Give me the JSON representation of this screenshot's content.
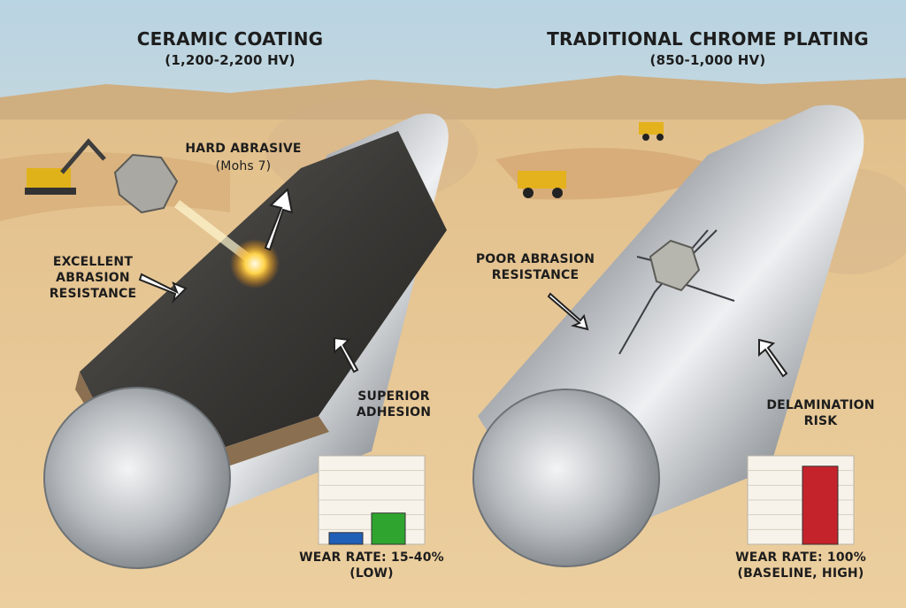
{
  "left_panel": {
    "title": "CERAMIC COATING",
    "hardness": "(1,200-2,200 HV)",
    "callouts": {
      "hard_abrasive": "HARD ABRASIVE",
      "mohs": "(Mohs 7)",
      "excellent_line1": "EXCELLENT",
      "excellent_line2": "ABRASION",
      "excellent_line3": "RESISTANCE",
      "adhesion_line1": "SUPERIOR",
      "adhesion_line2": "ADHESION"
    },
    "wear_caption_line1": "WEAR RATE: 15-40%",
    "wear_caption_line2": "(LOW)"
  },
  "right_panel": {
    "title": "TRADITIONAL CHROME PLATING",
    "hardness": "(850-1,000 HV)",
    "callouts": {
      "poor_line1": "POOR ABRASION",
      "poor_line2": "RESISTANCE",
      "delam_line1": "DELAMINATION",
      "delam_line2": "RISK"
    },
    "wear_caption_line1": "WEAR RATE: 100%",
    "wear_caption_line2": "(BASELINE, HIGH)"
  },
  "chart_data": [
    {
      "type": "bar",
      "categories": [
        "",
        ""
      ],
      "values": [
        15,
        40
      ],
      "colors": [
        "#1f5fb8",
        "#2fa52f"
      ],
      "ylim": [
        0,
        100
      ],
      "grid": true
    },
    {
      "type": "bar",
      "categories": [
        ""
      ],
      "values": [
        100
      ],
      "colors": [
        "#c4232b"
      ],
      "ylim": [
        0,
        100
      ],
      "grid": true
    }
  ],
  "colors": {
    "sky": "#cfe1ec",
    "sand": "#e8c895",
    "ceramic": "#3b3a37",
    "chrome": "#c9ccd0"
  }
}
